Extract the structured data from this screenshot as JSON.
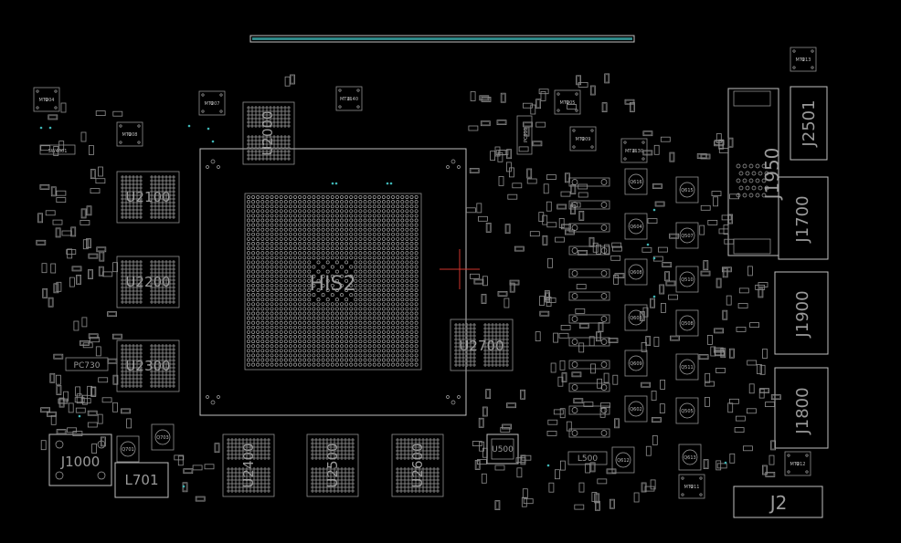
{
  "board": {
    "background": "#000000",
    "outline_color": "#bfbfbf",
    "accent_color": "#3fb6b6",
    "marker_color": "#d0342c"
  },
  "components": {
    "main_gpu": "HIS2",
    "mem_u2000": "U2000",
    "mem_u2100": "U2100",
    "mem_u2200": "U2200",
    "mem_u2300": "U2300",
    "mem_u2400": "U2400",
    "mem_u2500": "U2500",
    "mem_u2600": "U2600",
    "mem_u2700": "U2700",
    "conn_j1950": "J1950",
    "conn_j2501": "J2501",
    "conn_j1700": "J1700",
    "conn_j1900": "J1900",
    "conn_j1800": "J1800",
    "conn_j2": "J2",
    "conn_j1000": "J1000",
    "ind_l701": "L701",
    "ic_u500": "U500",
    "ind_l500": "L500",
    "ic_pc730": "PC730",
    "ic_pc910": "PC910",
    "sw4001": "SW4001"
  },
  "mosfets": [
    "Q616",
    "Q604",
    "Q608",
    "Q603",
    "Q609",
    "Q602",
    "Q615",
    "Q507",
    "Q510",
    "Q508",
    "Q511",
    "Q505",
    "Q613",
    "Q612",
    "Q701",
    "Q703"
  ],
  "mounting_holes": [
    "MT204",
    "MT208",
    "MT207",
    "MT2140",
    "MT205",
    "MT2130",
    "MT213",
    "MT212",
    "MT211",
    "MT209"
  ]
}
